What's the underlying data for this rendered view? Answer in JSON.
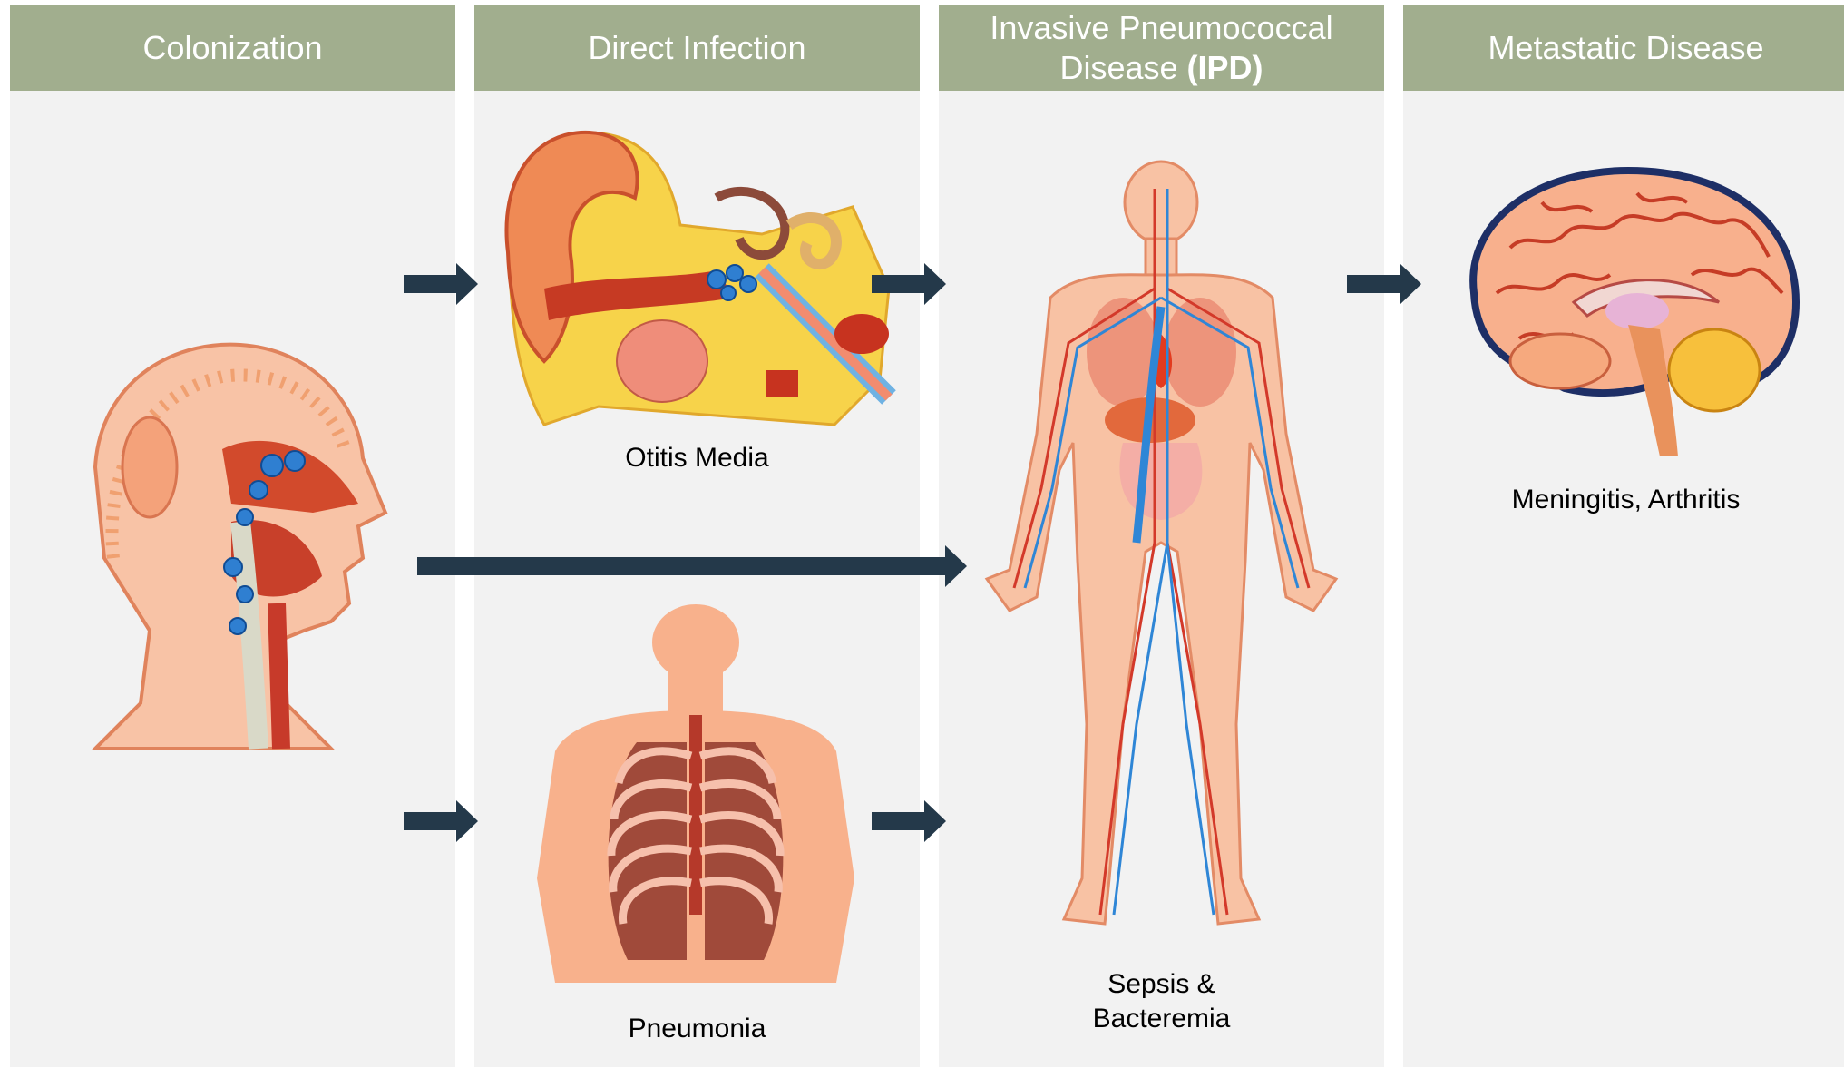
{
  "columns": [
    {
      "title": "Colonization"
    },
    {
      "title": "Direct Infection"
    },
    {
      "title_part1": "Invasive Pneumococcal",
      "title_part2": "Disease ",
      "title_bold": "(IPD)"
    },
    {
      "title": "Metastatic Disease"
    }
  ],
  "captions": {
    "otitis": "Otitis Media",
    "pneumonia": "Pneumonia",
    "sepsis": "Sepsis &\nBacteremia",
    "meningitis": "Meningitis, Arthritis"
  },
  "icons": {
    "colonization": "head-cross-section-icon",
    "otitis": "ear-anatomy-icon",
    "pneumonia": "lungs-ribcage-icon",
    "ipd": "circulatory-system-body-icon",
    "metastatic": "brain-icon"
  },
  "colors": {
    "header": "#a1ae8e",
    "panel": "#f2f2f2",
    "arrow": "#24394a",
    "skin": "#f6b99a",
    "bacteria": "#2f7fd1"
  }
}
